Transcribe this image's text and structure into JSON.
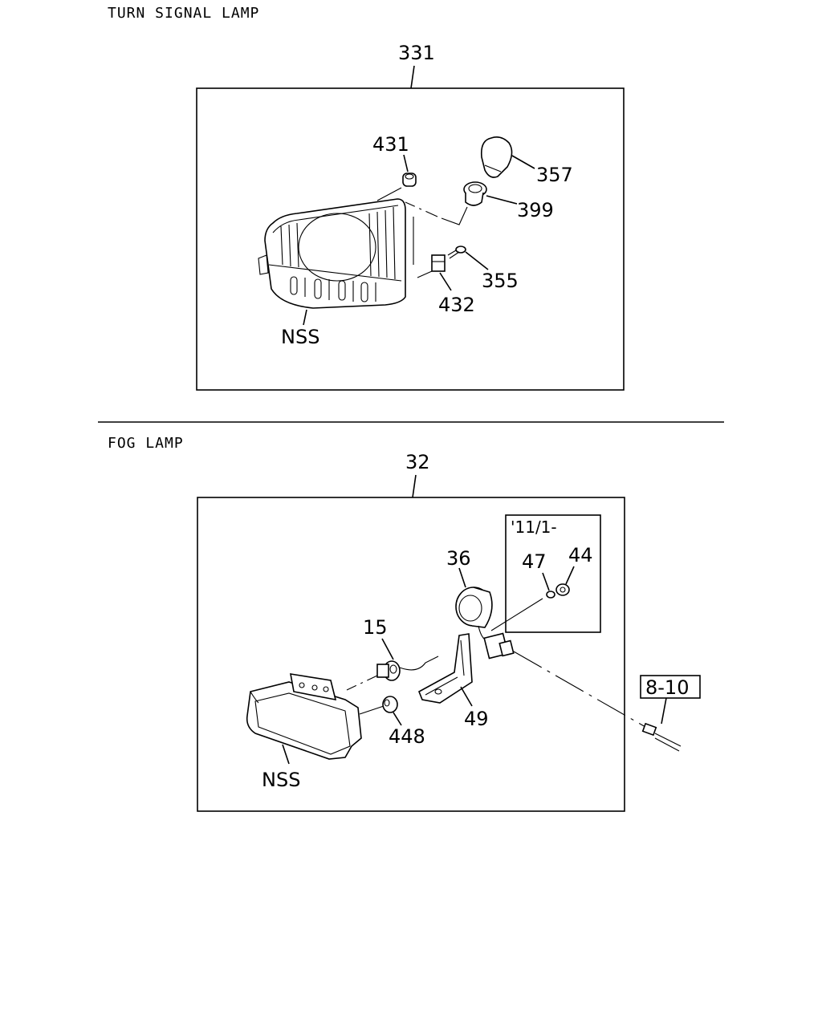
{
  "sections": {
    "turn_signal": {
      "title": "TURN SIGNAL LAMP",
      "callouts": {
        "assembly": "331",
        "c431": "431",
        "c357": "357",
        "c399": "399",
        "c355": "355",
        "c432": "432",
        "nss": "NSS"
      }
    },
    "fog": {
      "title": "FOG LAMP",
      "callouts": {
        "assembly": "32",
        "c36": "36",
        "c47": "47",
        "c44": "44",
        "c15": "15",
        "c49": "49",
        "c448": "448",
        "nss": "NSS",
        "ref": "8-10"
      },
      "date_box": "'11/1-"
    }
  }
}
